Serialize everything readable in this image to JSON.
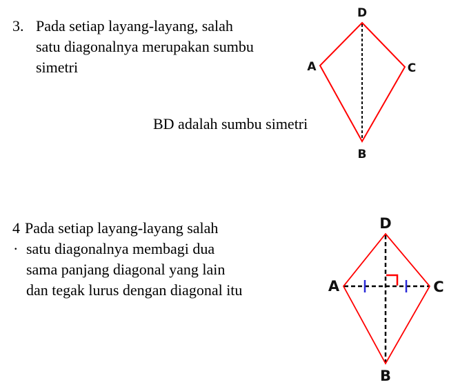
{
  "item3": {
    "number": "3.",
    "lines": [
      "Pada setiap layang-layang, salah",
      "satu diagonalnya merupakan sumbu",
      "simetri"
    ],
    "caption": "BD adalah sumbu simetri"
  },
  "item4": {
    "number": "4",
    "bullet": ".",
    "lines": [
      "Pada setiap layang-layang salah",
      "satu diagonalnya membagi dua",
      "sama panjang diagonal yang lain",
      "dan tegak lurus dengan diagonal itu"
    ]
  },
  "kite_labels": {
    "a": "A",
    "b": "B",
    "c": "C",
    "d": "D"
  },
  "colors": {
    "kite": "#ff0000",
    "diagonal": "#000000",
    "tick": "#2a2ad8"
  }
}
